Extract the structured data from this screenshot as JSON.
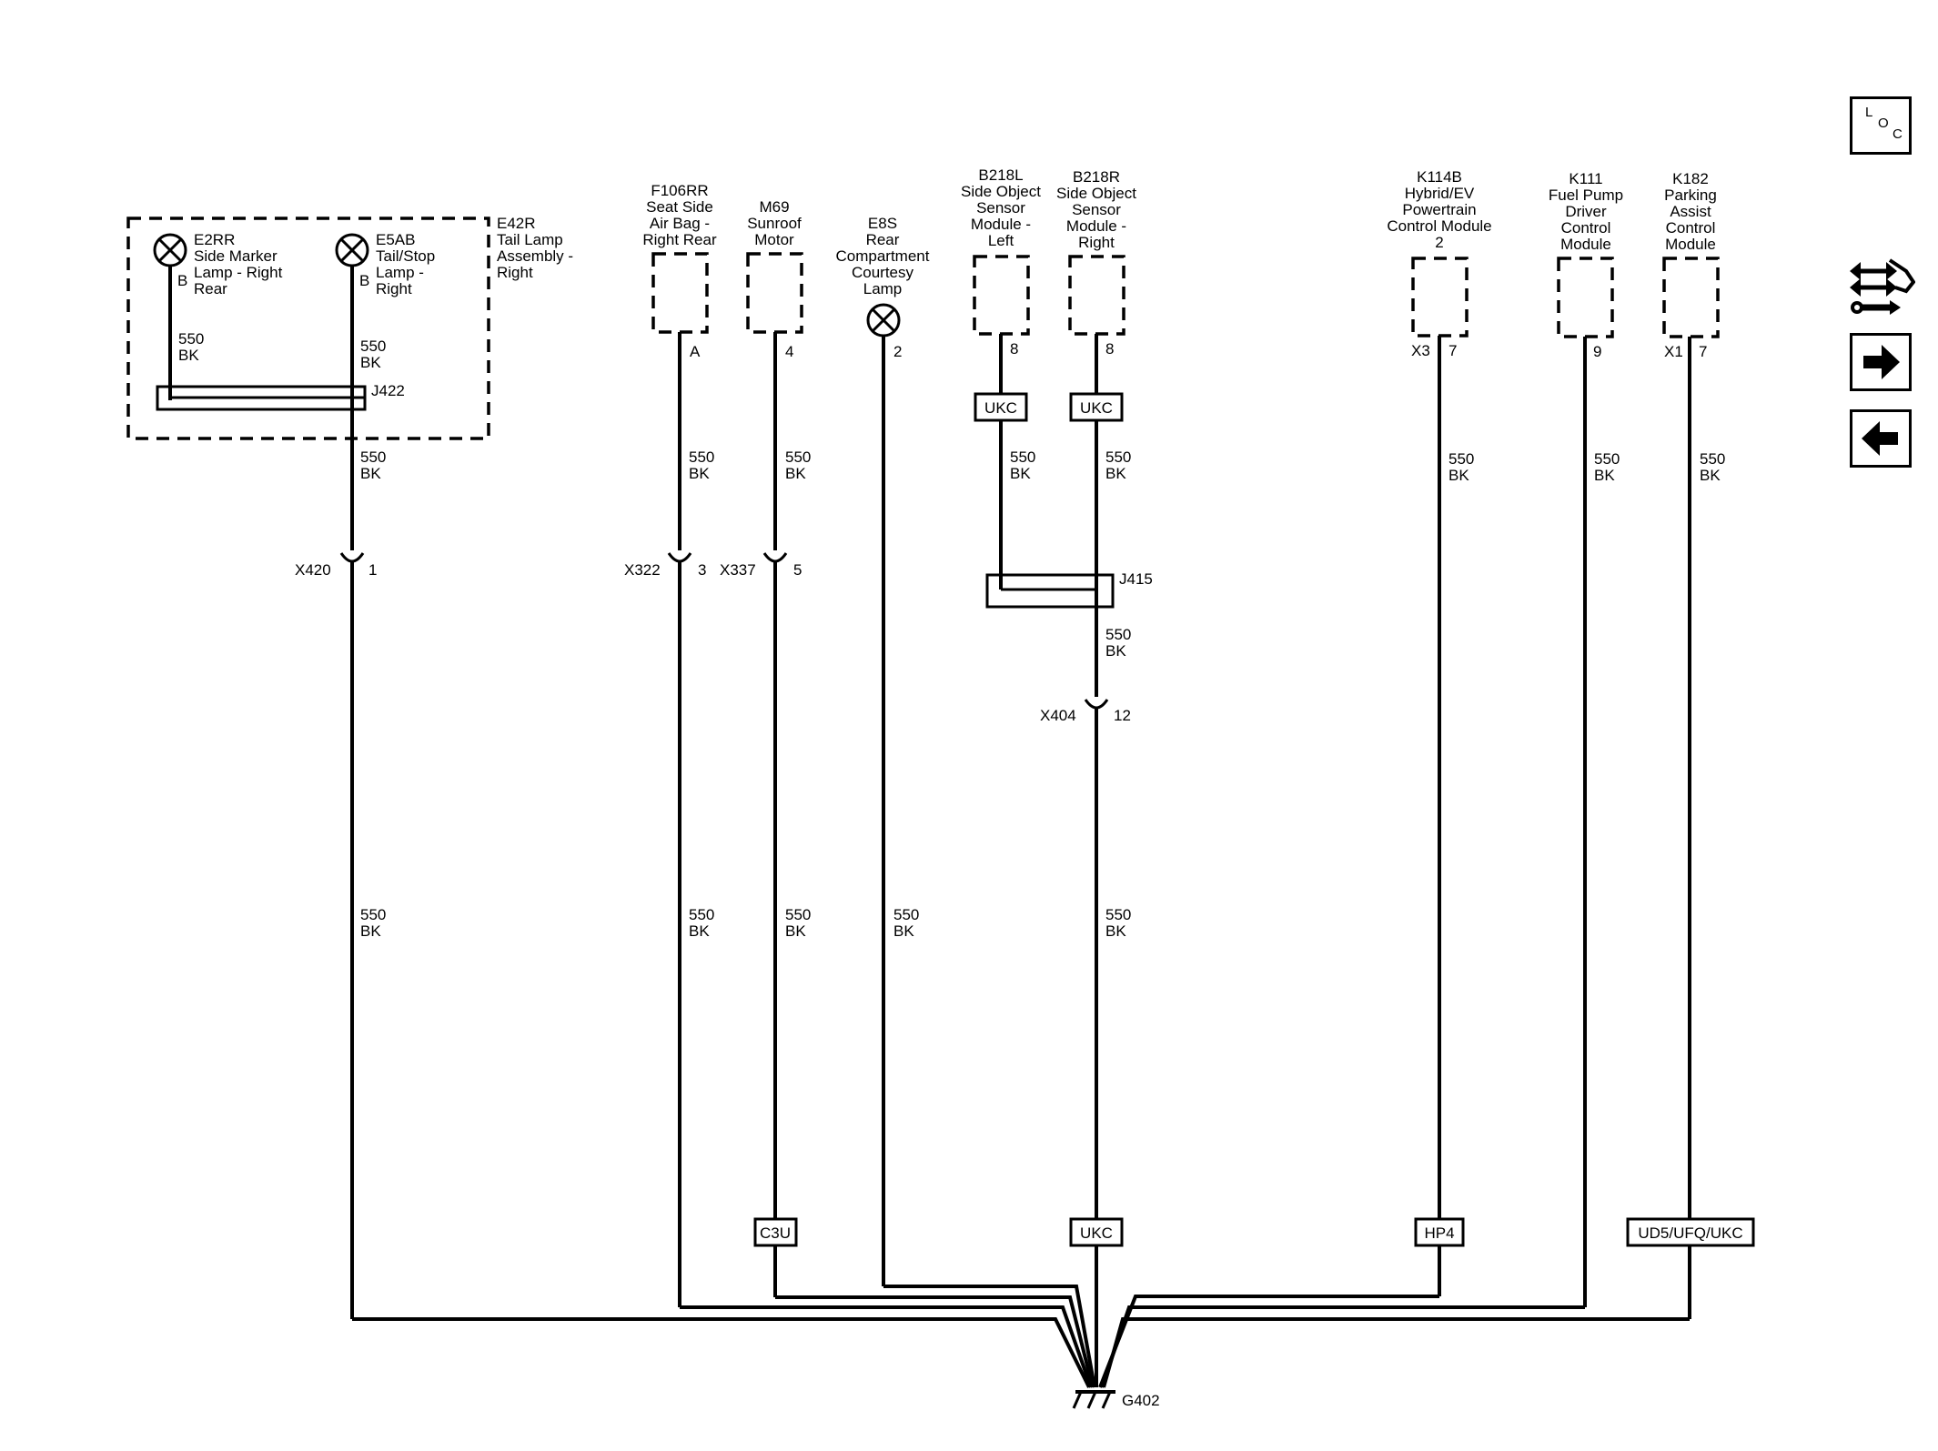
{
  "components": {
    "e2rr": {
      "ref": "E2RR",
      "desc": [
        "Side Marker",
        "Lamp - Right",
        "Rear"
      ],
      "pin": "B"
    },
    "e5ab": {
      "ref": "E5AB",
      "desc": [
        "Tail/Stop",
        "Lamp -",
        "Right"
      ],
      "pin": "B"
    },
    "e42r": {
      "ref": "E42R",
      "desc": [
        "Tail Lamp",
        "Assembly -",
        "Right"
      ]
    },
    "f106rr": {
      "ref": "F106RR",
      "desc": [
        "Seat Side",
        "Air Bag -",
        "Right Rear"
      ],
      "pin": "A"
    },
    "m69": {
      "ref": "M69",
      "desc": [
        "Sunroof",
        "Motor"
      ],
      "pin": "4"
    },
    "e8s": {
      "ref": "E8S",
      "desc": [
        "Rear",
        "Compartment",
        "Courtesy",
        "Lamp"
      ],
      "pin": "2"
    },
    "b218l": {
      "ref": "B218L",
      "desc": [
        "Side Object",
        "Sensor",
        "Module -",
        "Left"
      ],
      "pin": "8"
    },
    "b218r": {
      "ref": "B218R",
      "desc": [
        "Side Object",
        "Sensor",
        "Module -",
        "Right"
      ],
      "pin": "8"
    },
    "k114b": {
      "ref": "K114B",
      "desc": [
        "Hybrid/EV",
        "Powertrain",
        "Control Module",
        "2"
      ],
      "connector": "X3",
      "pin": "7"
    },
    "k111": {
      "ref": "K111",
      "desc": [
        "Fuel Pump",
        "Driver",
        "Control",
        "Module"
      ],
      "pin": "9"
    },
    "k182": {
      "ref": "K182",
      "desc": [
        "Parking",
        "Assist",
        "Control",
        "Module"
      ],
      "connector": "X1",
      "pin": "7"
    }
  },
  "wire": {
    "circuit": "550",
    "color": "BK"
  },
  "splices": {
    "j422": "J422",
    "j415": "J415"
  },
  "inline_connectors": {
    "x420": {
      "name": "X420",
      "pin": "1"
    },
    "x322": {
      "name": "X322",
      "pin": "3"
    },
    "x337": {
      "name": "X337",
      "pin": "5"
    },
    "x404": {
      "name": "X404",
      "pin": "12"
    }
  },
  "options": {
    "ukc": "UKC",
    "c3u": "C3U",
    "hp4": "HP4",
    "ud5": "UD5/UFQ/UKC"
  },
  "ground": "G402",
  "nav": {
    "loc_l": "L",
    "loc_o": "O",
    "loc_c": "C"
  }
}
